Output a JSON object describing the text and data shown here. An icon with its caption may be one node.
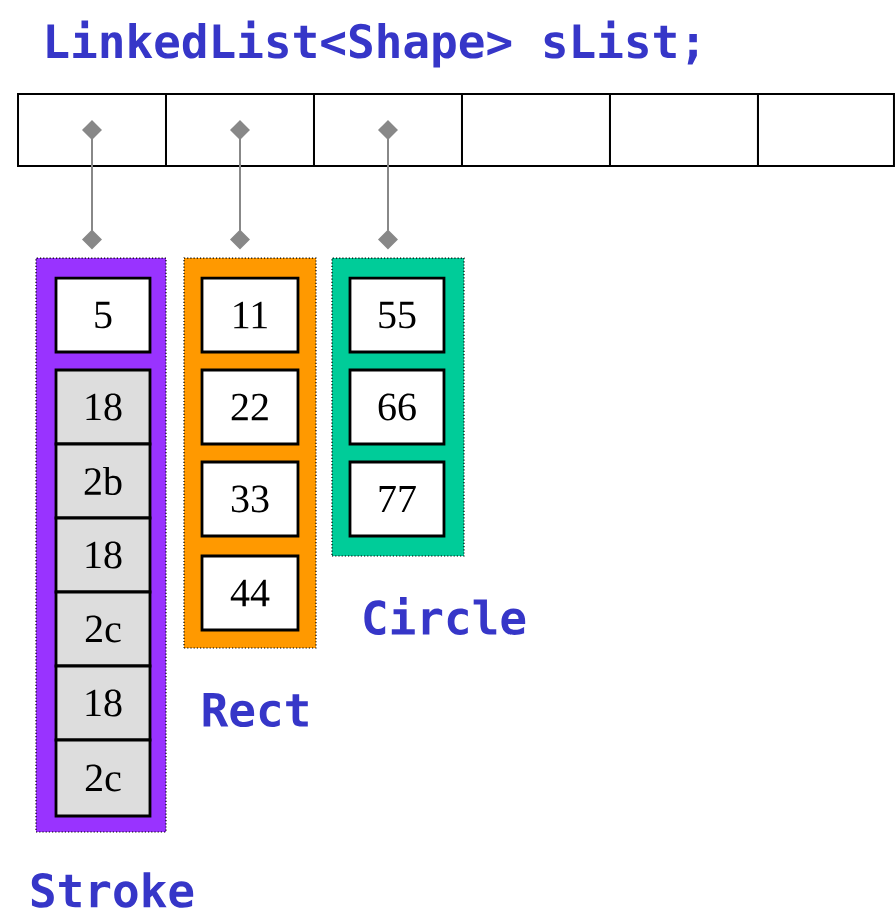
{
  "diagram": {
    "title": "LinkedList<Shape> sList;",
    "nodes": [
      {
        "text": [],
        "shape": "box"
      },
      {
        "text": [],
        "shape": "box"
      },
      {
        "text": [],
        "shape": "box"
      },
      {
        "text": [],
        "shape": "box"
      },
      {
        "text": [],
        "shape": "box"
      },
      {
        "text": [],
        "shape": "box"
      },
      {
        "text": [],
        "shape": "box",
        "beside": [
          "Stroke"
        ]
      },
      {
        "text": [
          "5"
        ],
        "in": 6
      },
      {
        "text": [
          "18"
        ],
        "in": 6
      },
      {
        "text": [
          "2b"
        ],
        "in": 6
      },
      {
        "text": [
          "18"
        ],
        "in": 6
      },
      {
        "text": [
          "2c"
        ],
        "in": 6
      },
      {
        "text": [
          "18"
        ],
        "in": 6
      },
      {
        "text": [
          "2c"
        ],
        "in": 6
      },
      {
        "text": [],
        "shape": "box",
        "beside": [
          "Rect"
        ]
      },
      {
        "text": [
          "11"
        ],
        "in": 14
      },
      {
        "text": [
          "22"
        ],
        "in": 14
      },
      {
        "text": [
          "33"
        ],
        "in": 14
      },
      {
        "text": [
          "44"
        ],
        "in": 14
      },
      {
        "text": [],
        "shape": "box",
        "beside": [
          "Circle"
        ]
      },
      {
        "text": [
          "55"
        ],
        "in": 19
      },
      {
        "text": [
          "66"
        ],
        "in": 19
      },
      {
        "text": [
          "77"
        ],
        "in": 19
      }
    ],
    "edges": [
      {
        "from": 0,
        "to": 6,
        "arrow": "other"
      },
      {
        "from": 1,
        "to": 14,
        "arrow": "other"
      },
      {
        "from": 2,
        "to": 19,
        "arrow": "other"
      }
    ]
  }
}
